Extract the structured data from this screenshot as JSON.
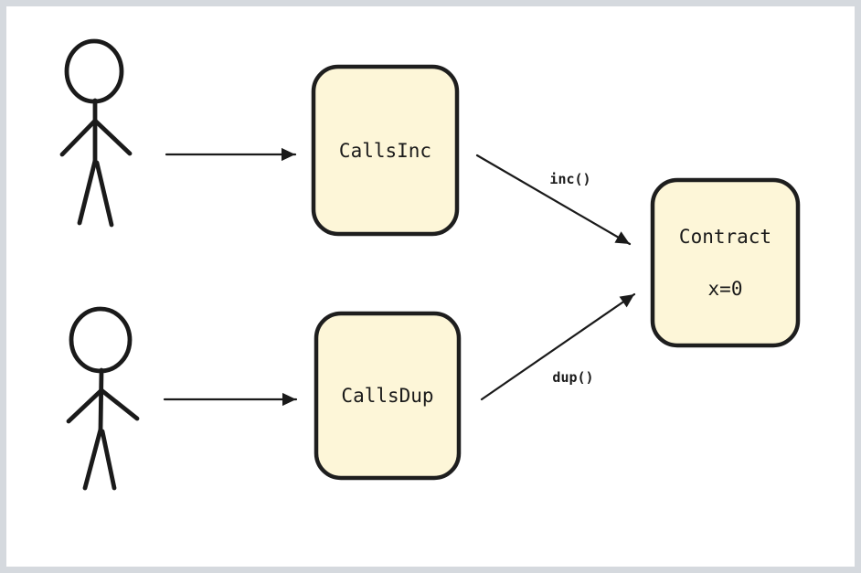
{
  "diagram": {
    "theme": {
      "canvas_bg": "#ffffff",
      "frame_border": "#d5d9de",
      "node_fill": "#fdf6d8",
      "node_stroke": "#1e1e1e",
      "line_color": "#1a1a1a",
      "text_color": "#1a1a1a"
    },
    "actors": [
      {
        "id": "user-top",
        "kind": "stick-figure"
      },
      {
        "id": "user-bottom",
        "kind": "stick-figure"
      }
    ],
    "nodes": {
      "calls_inc": {
        "label": "CallsInc"
      },
      "calls_dup": {
        "label": "CallsDup"
      },
      "contract": {
        "title": "Contract",
        "state": "x=0"
      }
    },
    "edges": {
      "user_top_to_calls_inc": {
        "label": ""
      },
      "user_bottom_to_calls_dup": {
        "label": ""
      },
      "calls_inc_to_contract": {
        "label": "inc()"
      },
      "calls_dup_to_contract": {
        "label": "dup()"
      }
    }
  }
}
